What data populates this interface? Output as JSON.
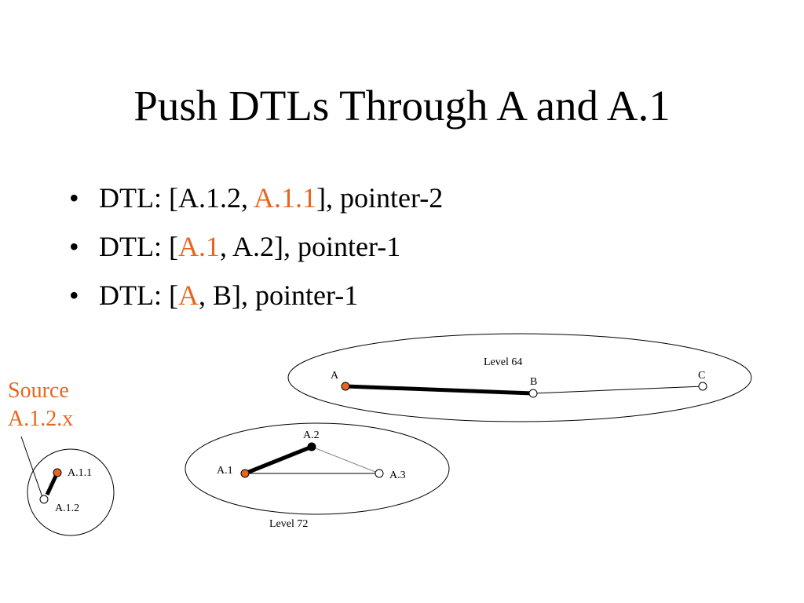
{
  "title": "Push DTLs Through A and A.1",
  "bullets": [
    {
      "pre": "DTL: [A.1.2, ",
      "hl": "A.1.1",
      "post": "], pointer-2"
    },
    {
      "pre": "DTL: [",
      "hl": "A.1",
      "post": ", A.2], pointer-1"
    },
    {
      "pre": "DTL: [",
      "hl": "A",
      "post": ", B], pointer-1"
    }
  ],
  "bullet_char": "•",
  "source": {
    "line1": "Source",
    "line2": "A.1.2.x"
  },
  "levels": {
    "level64": "Level 64",
    "level72": "Level 72"
  },
  "nodes": {
    "A": "A",
    "B": "B",
    "C": "C",
    "A1": "A.1",
    "A2": "A.2",
    "A3": "A.3",
    "A11": "A.1.1",
    "A12": "A.1.2"
  },
  "colors": {
    "highlight": "#e8651f",
    "node_black": "#000000",
    "node_open": "#ffffff"
  }
}
